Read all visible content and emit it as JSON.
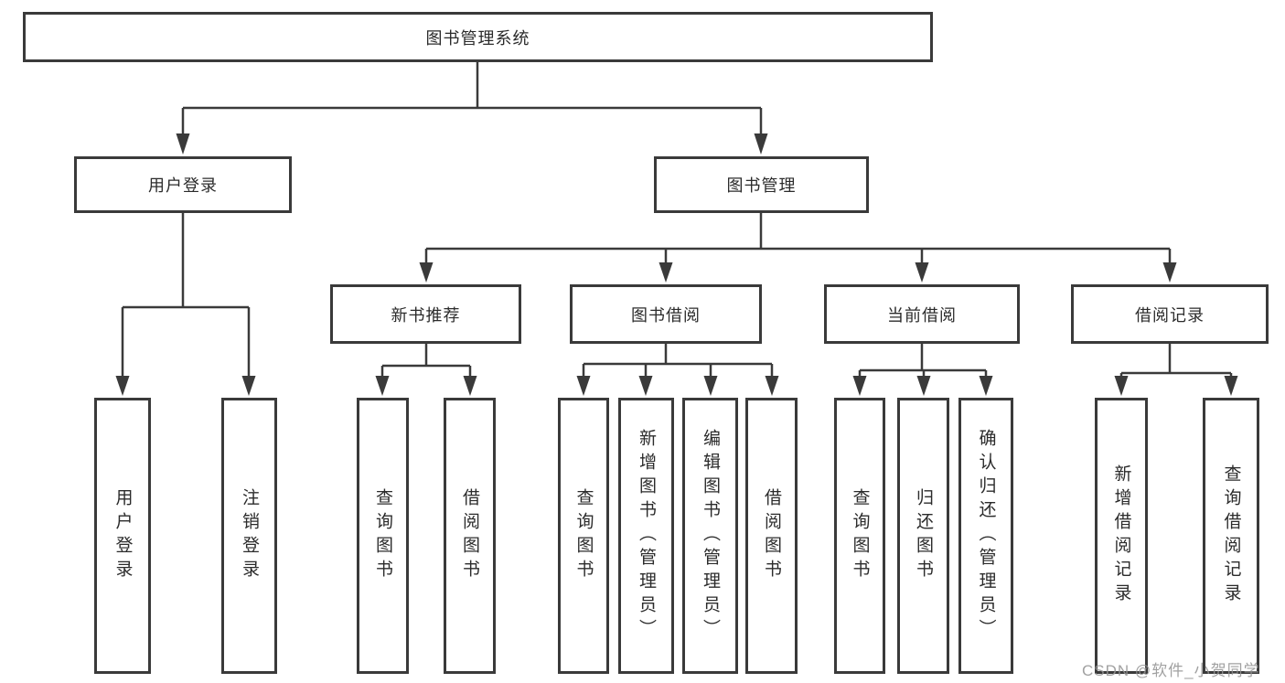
{
  "colors": {
    "background": "#ffffff",
    "line": "#3a3a3a",
    "box_border": "#3a3a3a",
    "text": "#2b2b2b",
    "watermark": "#949494"
  },
  "watermark": {
    "text": "CSDN @软件_小贺同学"
  },
  "tree": {
    "label": "图书管理系统",
    "children": [
      {
        "label": "用户登录",
        "children": [
          {
            "label": "用户登录"
          },
          {
            "label": "注销登录"
          }
        ]
      },
      {
        "label": "图书管理",
        "children": [
          {
            "label": "新书推荐",
            "children": [
              {
                "label": "查询图书"
              },
              {
                "label": "借阅图书"
              }
            ]
          },
          {
            "label": "图书借阅",
            "children": [
              {
                "label": "查询图书"
              },
              {
                "label": "新增图书（管理员）"
              },
              {
                "label": "编辑图书（管理员）"
              },
              {
                "label": "借阅图书"
              }
            ]
          },
          {
            "label": "当前借阅",
            "children": [
              {
                "label": "查询图书"
              },
              {
                "label": "归还图书"
              },
              {
                "label": "确认归还（管理员）"
              }
            ]
          },
          {
            "label": "借阅记录",
            "children": [
              {
                "label": "新增借阅记录"
              },
              {
                "label": "查询借阅记录"
              }
            ]
          }
        ]
      }
    ]
  }
}
